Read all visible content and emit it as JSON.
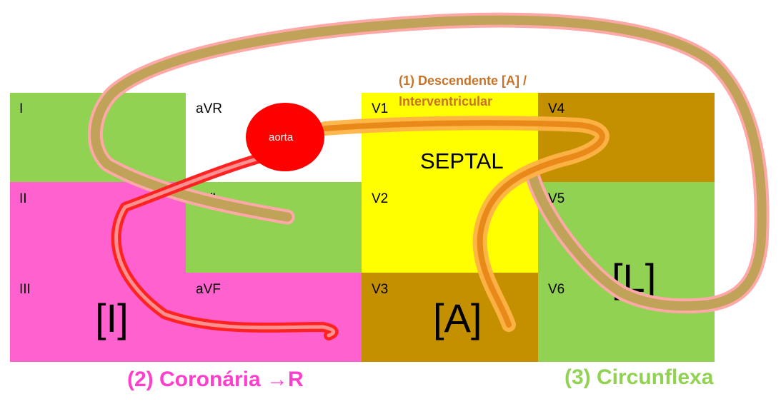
{
  "colors": {
    "inferior": "#ff62cf",
    "lateral": "#91d252",
    "anterior": "#c49000",
    "septal": "#ffff00",
    "aorta": "#ff0000",
    "descendente_text": "#c7742a",
    "coronaria_text": "#ff3ecb",
    "circunflexa_text": "#91d252"
  },
  "leads": {
    "I": "I",
    "II": "II",
    "III": "III",
    "aVR": "aVR",
    "aVL": "aVL",
    "aVF": "aVF",
    "V1": "V1",
    "V2": "V2",
    "V3": "V3",
    "V4": "V4",
    "V5": "V5",
    "V6": "V6"
  },
  "regions": {
    "inferior": "[I]",
    "anterior": "[A]",
    "lateral": "[L]",
    "septal": "SEPTAL"
  },
  "aorta": {
    "label": "aorta"
  },
  "arteries": {
    "descendente_line1": "(1) Descendente [A] /",
    "descendente_line2": "Interventricular",
    "coronaria": "(2) Coronária →R",
    "circunflexa": "(3) Circunflexa"
  }
}
